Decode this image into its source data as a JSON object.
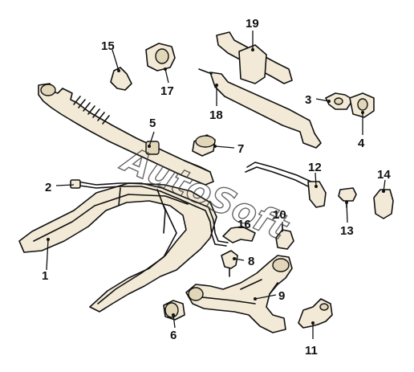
{
  "diagram": {
    "watermark": "AutoSoft",
    "callouts": [
      "1",
      "2",
      "3",
      "4",
      "5",
      "6",
      "7",
      "8",
      "9",
      "10",
      "11",
      "12",
      "13",
      "14",
      "15",
      "16",
      "17",
      "18",
      "19"
    ]
  }
}
